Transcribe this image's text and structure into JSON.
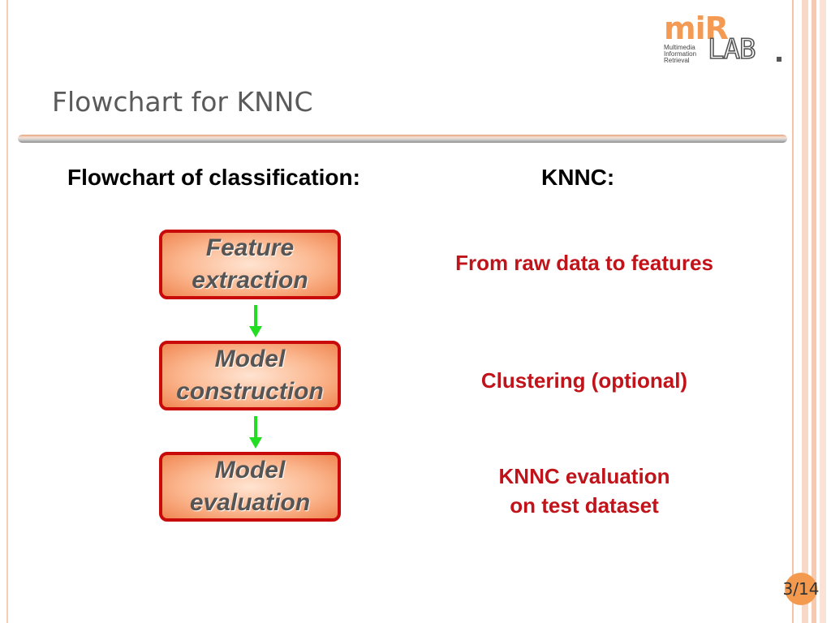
{
  "logo": {
    "brand": "miR",
    "subtitle": "Multimedia\nInformation\nRetrieval",
    "lab": "LAB",
    "accent_color": "#f39a55"
  },
  "slide": {
    "title": "Flowchart for KNNC",
    "page": "3/14"
  },
  "headings": {
    "left": "Flowchart of classification:",
    "right": "KNNC:"
  },
  "flow": {
    "steps": [
      {
        "label": "Feature\nextraction",
        "description": "From raw data to features"
      },
      {
        "label": "Model\nconstruction",
        "description": "Clustering (optional)"
      },
      {
        "label": "Model\nevaluation",
        "description": "KNNC evaluation\non test dataset"
      }
    ],
    "box_border_color": "#c80a0a",
    "box_fill_color": "#f08652",
    "arrow_color": "#22dd22",
    "description_color": "#c0131a"
  }
}
